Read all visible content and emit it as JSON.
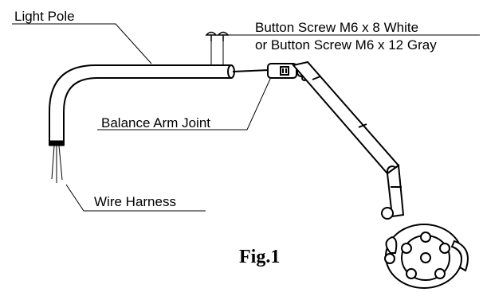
{
  "labels": {
    "light_pole": "Light Pole",
    "button_screw_line1": "Button Screw M6 x 8 White",
    "button_screw_line2": "or Button Screw M6 x 12 Gray",
    "balance_arm_joint": "Balance Arm Joint",
    "wire_harness": "Wire Harness"
  },
  "figure": {
    "caption": "Fig.1"
  },
  "colors": {
    "line": "#000000",
    "background": "#ffffff"
  }
}
